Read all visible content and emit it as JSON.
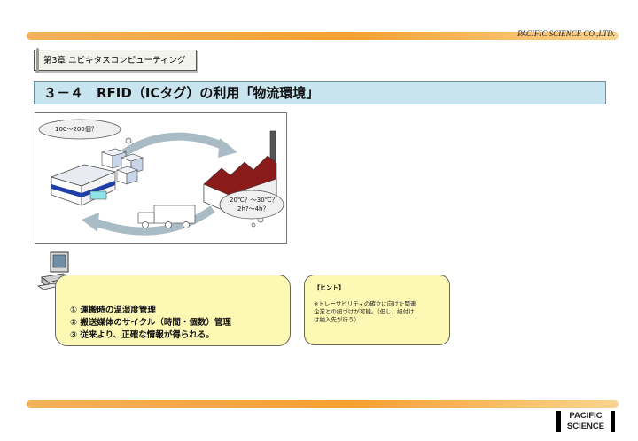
{
  "header": {
    "company": "PACIFIC SCIENCE CO.,LTD."
  },
  "chapter": {
    "label": "第3章 ユビキタスコンピューティング"
  },
  "title": "３－４　RFID（ICタグ）の利用「物流環境」",
  "diagram": {
    "cloud_quantity": "100〜200個？",
    "cloud_temp_line1": "20℃？〜30℃？",
    "cloud_temp_line2": "2h?〜4h？"
  },
  "points": {
    "item1": "① 運搬時の温湿度管理",
    "item2": "② 搬送媒体のサイクル（時間・個数）管理",
    "item3": "③ 従来より、正確な情報が得られる。"
  },
  "hint": {
    "title": "【ヒント】",
    "line1": "※トレーサビリティの確立に向けた関連",
    "line2": "企業との紐づけが可能。（但し、紐付け",
    "line3": "は納入先が行う）"
  },
  "logo": {
    "line1": "PACIFIC",
    "line2": "SCIENCE"
  },
  "colors": {
    "accent_bar": "#f6a030",
    "title_bg": "#c8e4ee",
    "box_bg": "#fdf9b5"
  }
}
